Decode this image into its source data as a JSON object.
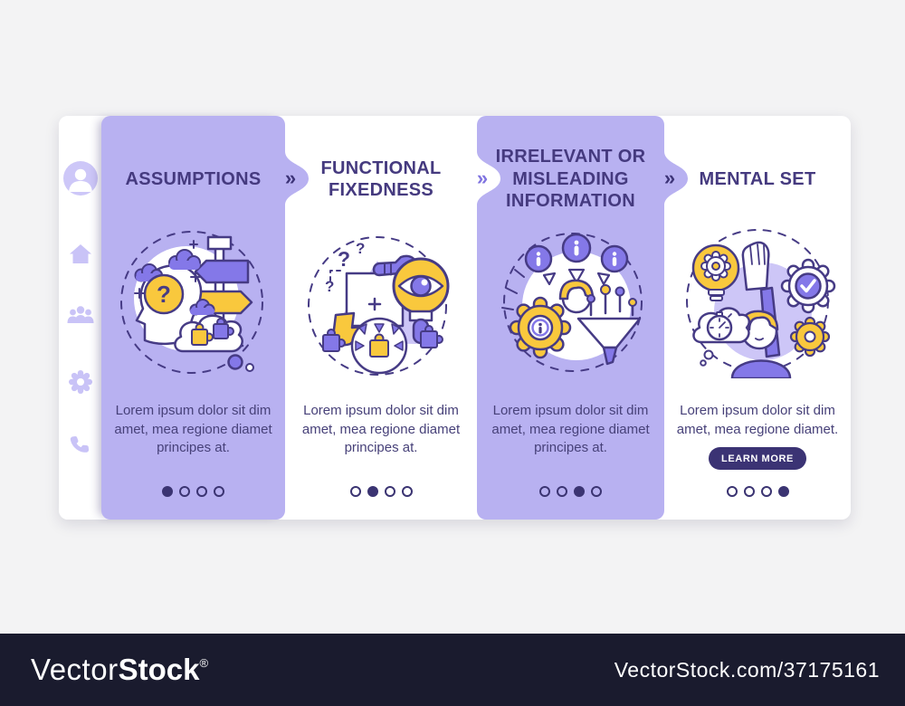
{
  "page": {
    "background_color": "#f3f3f4"
  },
  "footer": {
    "logo_light": "Vector",
    "logo_bold": "Stock",
    "registered_mark": "®",
    "url": "VectorStock.com/37175161",
    "bar_color": "#1a1b2e"
  },
  "nav": {
    "next_glyph": "»"
  },
  "sidebar": {
    "icons": [
      {
        "name": "user-avatar-icon"
      },
      {
        "name": "home-icon"
      },
      {
        "name": "team-icon"
      },
      {
        "name": "settings-gear-icon"
      },
      {
        "name": "phone-icon"
      }
    ]
  },
  "onboarding": {
    "total_steps": 4,
    "panels": [
      {
        "step": 1,
        "variant": "purple",
        "title": "ASSUMPTIONS",
        "body": "Lorem ipsum dolor sit dim amet, mea regione diamet principes at.",
        "illustration": "assumptions-illustration",
        "active_dot": 1
      },
      {
        "step": 2,
        "variant": "white",
        "title": "FUNCTIONAL FIXEDNESS",
        "body": "Lorem ipsum dolor sit dim amet, mea regione diamet principes at.",
        "illustration": "functional-fixedness-illustration",
        "active_dot": 2
      },
      {
        "step": 3,
        "variant": "purple",
        "title": "IRRELEVANT OR MISLEADING INFORMATION",
        "body": "Lorem ipsum dolor sit dim amet, mea regione diamet principes at.",
        "illustration": "misleading-information-illustration",
        "active_dot": 3
      },
      {
        "step": 4,
        "variant": "white",
        "title": "MENTAL SET",
        "body": "Lorem ipsum dolor sit dim amet, mea regione diamet.",
        "illustration": "mental-set-illustration",
        "button_label": "LEARN MORE",
        "active_dot": 4
      }
    ]
  },
  "colors": {
    "panel_purple": "#b8b1f1",
    "title_text": "#453a7f",
    "body_text": "#474179",
    "accent_yellow": "#f9c83d",
    "accent_purple": "#8478e8",
    "outline_indigo": "#463b85",
    "dark_navy": "#3b3374",
    "sidebar_icon": "#c9c3f7",
    "footer_bar": "#1a1b2e"
  }
}
